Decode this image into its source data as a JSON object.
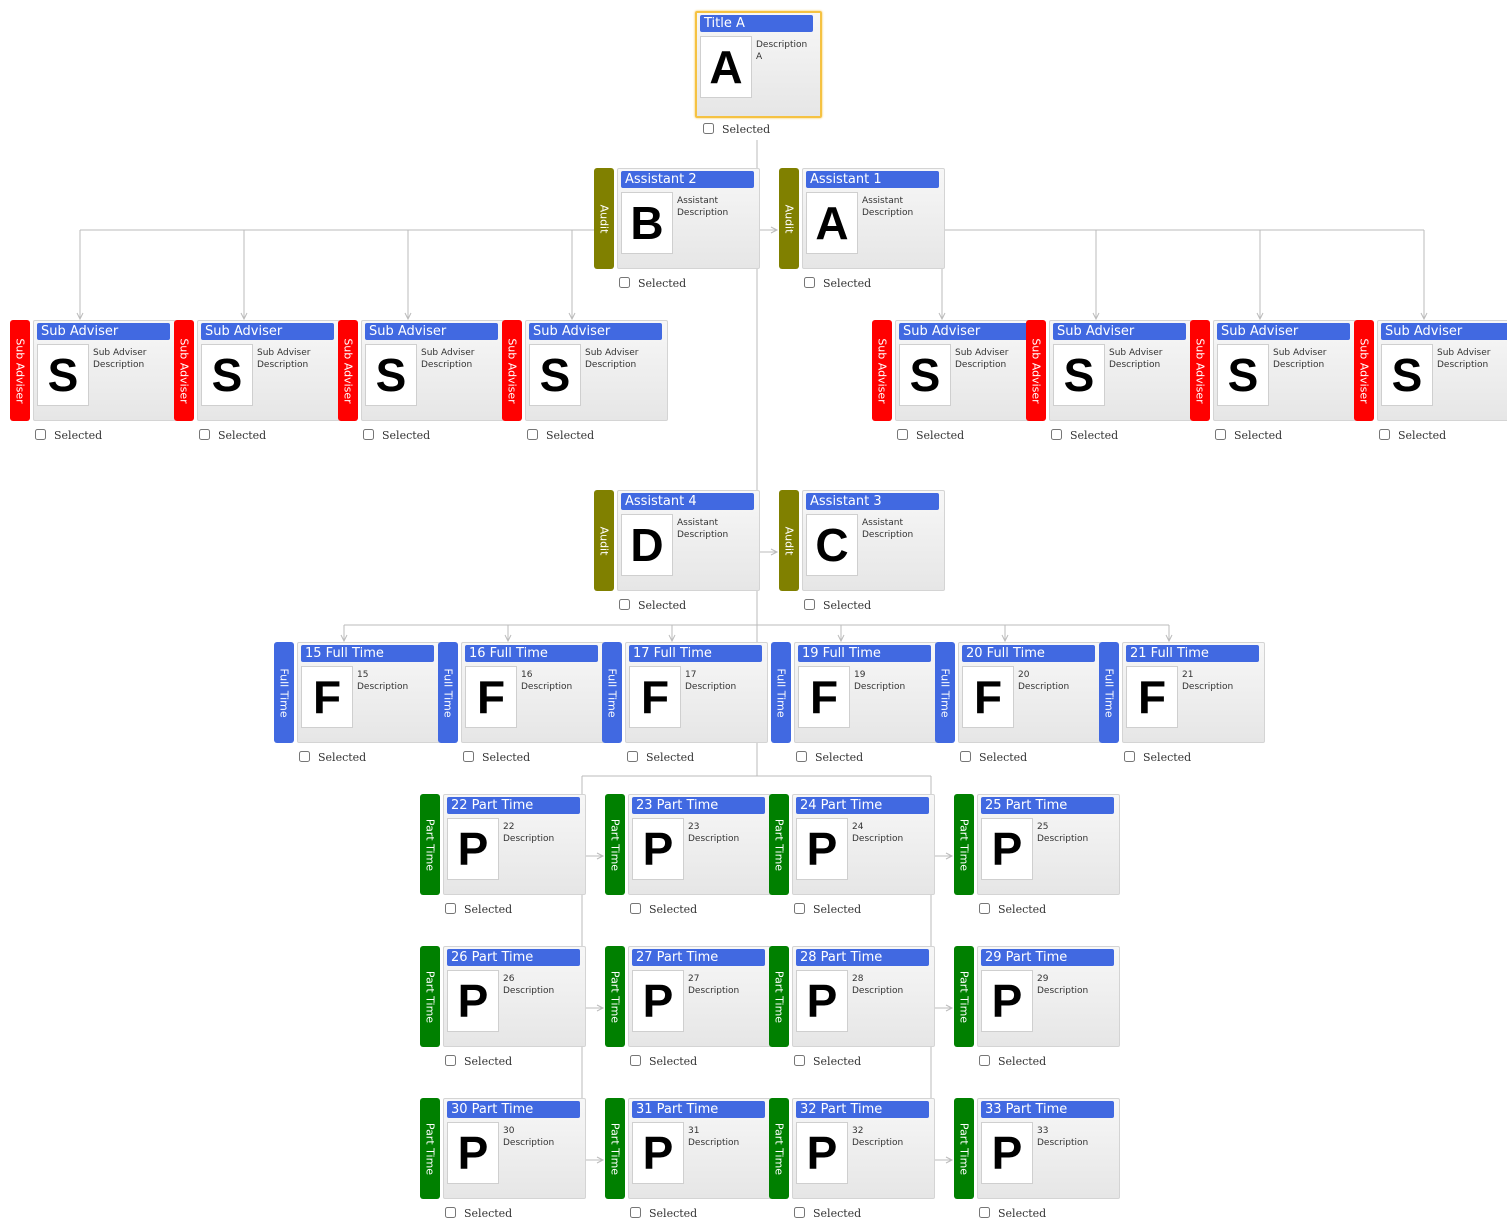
{
  "colors": {
    "title_bar": "#4169e1",
    "audit": "#808000",
    "sub_adviser": "#ff0000",
    "full_time": "#4169e1",
    "part_time": "#008000",
    "highlight": "#f5c242",
    "connector": "#bbbbbb"
  },
  "checkbox_label": "Selected",
  "root": {
    "title": "Title A",
    "letter": "A",
    "description": "Description A",
    "selected": false
  },
  "nodes": [
    {
      "id": "asst2",
      "title": "Assistant 2",
      "letter": "B",
      "description": "Assistant Description",
      "group": "Audit",
      "group_type": "audit",
      "selected": false
    },
    {
      "id": "asst1",
      "title": "Assistant 1",
      "letter": "A",
      "description": "Assistant Description",
      "group": "Audit",
      "group_type": "audit",
      "selected": false
    },
    {
      "id": "sa1",
      "title": "Sub Adviser",
      "letter": "S",
      "description": "Sub Adviser Description",
      "group": "Sub Adviser",
      "group_type": "sub_adviser",
      "selected": false
    },
    {
      "id": "sa2",
      "title": "Sub Adviser",
      "letter": "S",
      "description": "Sub Adviser Description",
      "group": "Sub Adviser",
      "group_type": "sub_adviser",
      "selected": false
    },
    {
      "id": "sa3",
      "title": "Sub Adviser",
      "letter": "S",
      "description": "Sub Adviser Description",
      "group": "Sub Adviser",
      "group_type": "sub_adviser",
      "selected": false
    },
    {
      "id": "sa4",
      "title": "Sub Adviser",
      "letter": "S",
      "description": "Sub Adviser Description",
      "group": "Sub Adviser",
      "group_type": "sub_adviser",
      "selected": false
    },
    {
      "id": "sa5",
      "title": "Sub Adviser",
      "letter": "S",
      "description": "Sub Adviser Description",
      "group": "Sub Adviser",
      "group_type": "sub_adviser",
      "selected": false
    },
    {
      "id": "sa6",
      "title": "Sub Adviser",
      "letter": "S",
      "description": "Sub Adviser Description",
      "group": "Sub Adviser",
      "group_type": "sub_adviser",
      "selected": false
    },
    {
      "id": "sa7",
      "title": "Sub Adviser",
      "letter": "S",
      "description": "Sub Adviser Description",
      "group": "Sub Adviser",
      "group_type": "sub_adviser",
      "selected": false
    },
    {
      "id": "sa8",
      "title": "Sub Adviser",
      "letter": "S",
      "description": "Sub Adviser Description",
      "group": "Sub Adviser",
      "group_type": "sub_adviser",
      "selected": false
    },
    {
      "id": "asst4",
      "title": "Assistant 4",
      "letter": "D",
      "description": "Assistant Description",
      "group": "Audit",
      "group_type": "audit",
      "selected": false
    },
    {
      "id": "asst3",
      "title": "Assistant 3",
      "letter": "C",
      "description": "Assistant Description",
      "group": "Audit",
      "group_type": "audit",
      "selected": false
    },
    {
      "id": "ft15",
      "title": "15 Full Time",
      "letter": "F",
      "description": "15 Description",
      "group": "Full Time",
      "group_type": "full_time",
      "selected": false
    },
    {
      "id": "ft16",
      "title": "16 Full Time",
      "letter": "F",
      "description": "16 Description",
      "group": "Full Time",
      "group_type": "full_time",
      "selected": false
    },
    {
      "id": "ft17",
      "title": "17 Full Time",
      "letter": "F",
      "description": "17 Description",
      "group": "Full Time",
      "group_type": "full_time",
      "selected": false
    },
    {
      "id": "ft19",
      "title": "19 Full Time",
      "letter": "F",
      "description": "19 Description",
      "group": "Full Time",
      "group_type": "full_time",
      "selected": false
    },
    {
      "id": "ft20",
      "title": "20 Full Time",
      "letter": "F",
      "description": "20 Description",
      "group": "Full Time",
      "group_type": "full_time",
      "selected": false
    },
    {
      "id": "ft21",
      "title": "21 Full Time",
      "letter": "F",
      "description": "21 Description",
      "group": "Full Time",
      "group_type": "full_time",
      "selected": false
    },
    {
      "id": "pt22",
      "title": "22 Part Time",
      "letter": "P",
      "description": "22 Description",
      "group": "Part Time",
      "group_type": "part_time",
      "selected": false
    },
    {
      "id": "pt23",
      "title": "23 Part Time",
      "letter": "P",
      "description": "23 Description",
      "group": "Part Time",
      "group_type": "part_time",
      "selected": false
    },
    {
      "id": "pt24",
      "title": "24 Part Time",
      "letter": "P",
      "description": "24 Description",
      "group": "Part Time",
      "group_type": "part_time",
      "selected": false
    },
    {
      "id": "pt25",
      "title": "25 Part Time",
      "letter": "P",
      "description": "25 Description",
      "group": "Part Time",
      "group_type": "part_time",
      "selected": false
    },
    {
      "id": "pt26",
      "title": "26 Part Time",
      "letter": "P",
      "description": "26 Description",
      "group": "Part Time",
      "group_type": "part_time",
      "selected": false
    },
    {
      "id": "pt27",
      "title": "27 Part Time",
      "letter": "P",
      "description": "27 Description",
      "group": "Part Time",
      "group_type": "part_time",
      "selected": false
    },
    {
      "id": "pt28",
      "title": "28 Part Time",
      "letter": "P",
      "description": "28 Description",
      "group": "Part Time",
      "group_type": "part_time",
      "selected": false
    },
    {
      "id": "pt29",
      "title": "29 Part Time",
      "letter": "P",
      "description": "29 Description",
      "group": "Part Time",
      "group_type": "part_time",
      "selected": false
    },
    {
      "id": "pt30",
      "title": "30 Part Time",
      "letter": "P",
      "description": "30 Description",
      "group": "Part Time",
      "group_type": "part_time",
      "selected": false
    },
    {
      "id": "pt31",
      "title": "31 Part Time",
      "letter": "P",
      "description": "31 Description",
      "group": "Part Time",
      "group_type": "part_time",
      "selected": false
    },
    {
      "id": "pt32",
      "title": "32 Part Time",
      "letter": "P",
      "description": "32 Description",
      "group": "Part Time",
      "group_type": "part_time",
      "selected": false
    },
    {
      "id": "pt33",
      "title": "33 Part Time",
      "letter": "P",
      "description": "33 Description",
      "group": "Part Time",
      "group_type": "part_time",
      "selected": false
    }
  ]
}
